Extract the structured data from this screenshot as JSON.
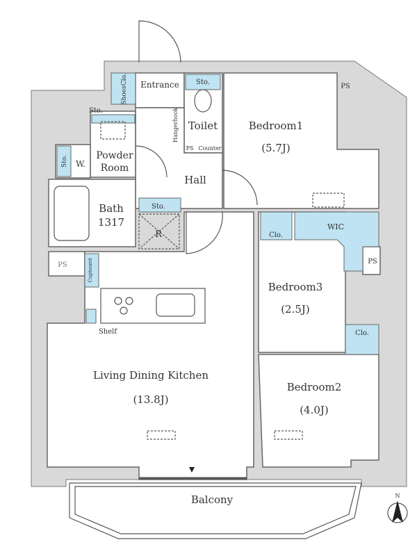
{
  "rooms": {
    "entrance": "Entrance",
    "shoes_closet": "ShoesClo.",
    "storage_top": "Sto.",
    "storage_entry": "Sto.",
    "hanger_hook": "Hangerhook",
    "toilet": "Toilet",
    "ps_toilet": "PS",
    "counter": "Counter",
    "bedroom1": "Bedroom1",
    "bedroom1_size": "(5.7J)",
    "ps_top_right": "PS",
    "powder_room_line1": "Powder",
    "powder_room_line2": "Room",
    "storage_powder": "Sto.",
    "washer": "W.",
    "hall": "Hall",
    "bath": "Bath",
    "bath_size": "1317",
    "storage_hall": "Sto.",
    "refrigerator": "R",
    "ps_left": "PS",
    "cupboard": "Cupboard",
    "shelf": "Shelf",
    "closet_b3": "Clo.",
    "wic": "WIC",
    "ps_right": "PS",
    "bedroom3": "Bedroom3",
    "bedroom3_size": "(2.5J)",
    "closet_b2": "Clo.",
    "ldk": "Living Dining Kitchen",
    "ldk_size": "(13.8J)",
    "bedroom2": "Bedroom2",
    "bedroom2_size": "(4.0J)",
    "balcony": "Balcony"
  },
  "compass": {
    "north": "N"
  },
  "colors": {
    "wall": "#d9d9d9",
    "storage": "#bfe3f2",
    "line": "#555555"
  }
}
